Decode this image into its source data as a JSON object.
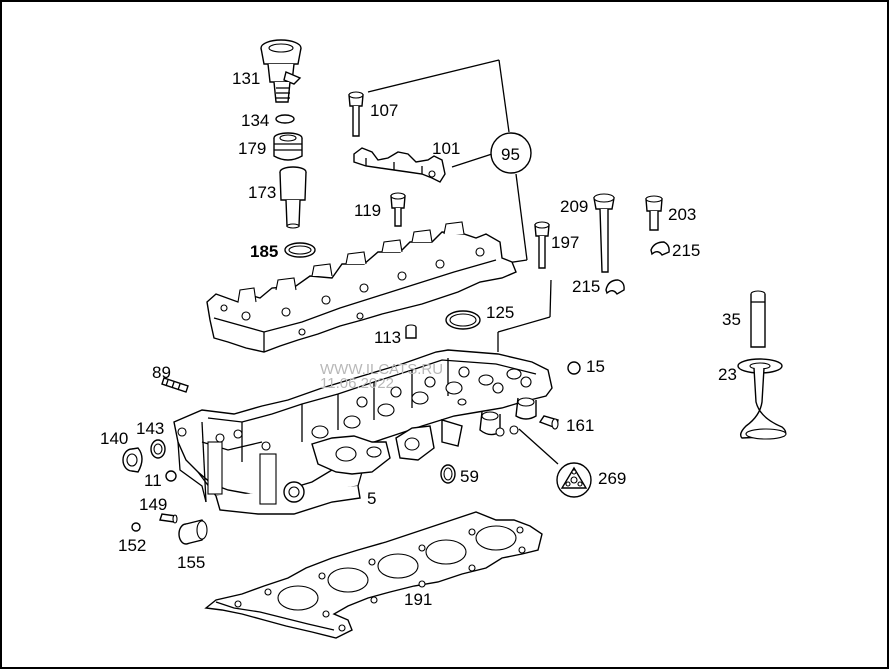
{
  "watermark": {
    "line1": "WWW.ILCATS.RU",
    "line2": "11.06.2022"
  },
  "callouts": {
    "p131": "131",
    "p134": "134",
    "p179": "179",
    "p173": "173",
    "p185": "185",
    "p107": "107",
    "p101": "101",
    "p95": "95",
    "p119": "119",
    "p209": "209",
    "p203": "203",
    "p197": "197",
    "p215a": "215",
    "p215b": "215",
    "p125": "125",
    "p113": "113",
    "p35": "35",
    "p23": "23",
    "p89": "89",
    "p15": "15",
    "p161": "161",
    "p140": "140",
    "p143": "143",
    "p11": "11",
    "p59": "59",
    "p269": "269",
    "p5": "5",
    "p149": "149",
    "p152": "152",
    "p155": "155",
    "p191": "191"
  }
}
